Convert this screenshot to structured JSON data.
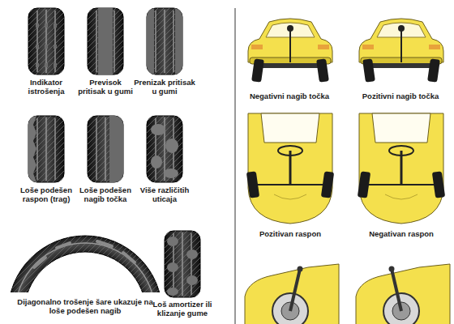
{
  "diagram": {
    "labels": [
      "Indikator istrošenja",
      "Previsok pritisak u gumi",
      "Prenizak pritisak u gumi",
      "Loše podešen raspon (trag)",
      "Loše podešen nagib točka",
      "Više različitih uticaja",
      "Dijagonalno trošenje šare ukazuje na loše podešen nagib",
      "Loš amortizer ili klizanje gume",
      "Negativni nagib točka",
      "Pozitivni nagib točka",
      "Pozitivan raspon",
      "Negativan raspon"
    ]
  }
}
